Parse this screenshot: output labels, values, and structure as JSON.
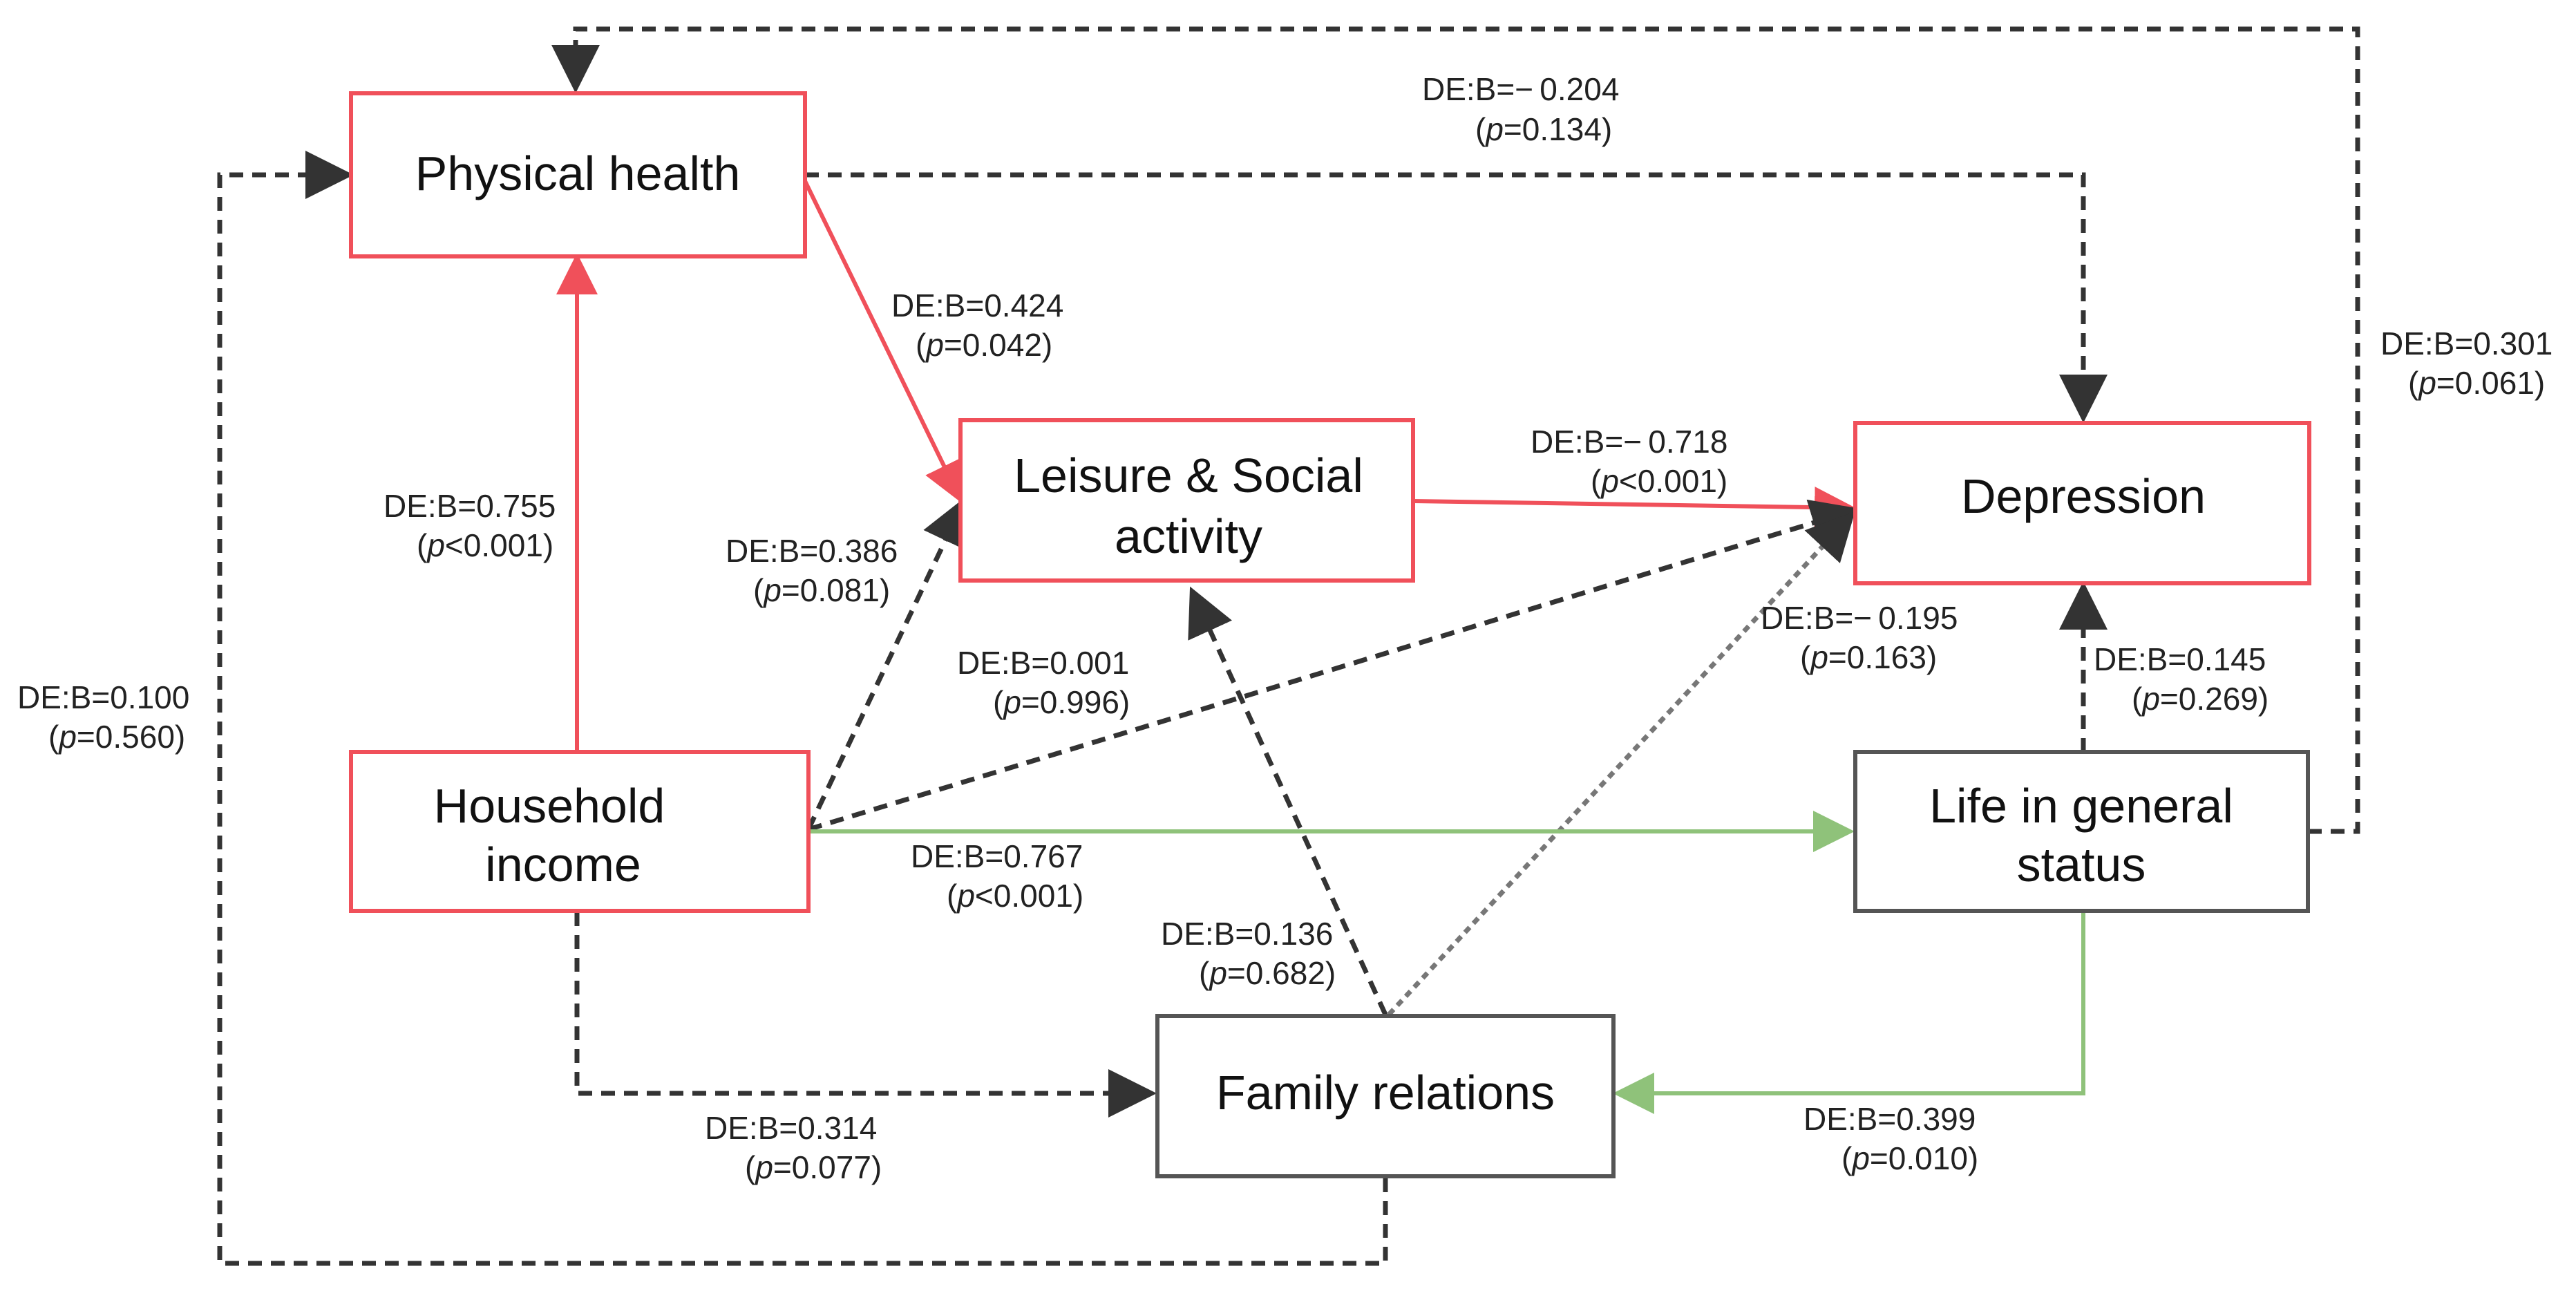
{
  "colors": {
    "significant": "#f0505a",
    "not_significant": "#444444",
    "green_path": "#8fc27a",
    "gray_node_border": "#555555"
  },
  "nodes": {
    "physical_health": {
      "label": "Physical health"
    },
    "leisure_social": {
      "line1": "Leisure & Social",
      "line2": "activity"
    },
    "depression": {
      "label": "Depression"
    },
    "household_income": {
      "line1": "Household",
      "line2": "income"
    },
    "life_general": {
      "line1": "Life in general",
      "line2": "status"
    },
    "family_relations": {
      "label": "Family relations"
    }
  },
  "edges": {
    "ph_dep": {
      "b": "DE:B=− 0.204",
      "p_sym": "p",
      "p_rest": "=0.134"
    },
    "ph_leisure": {
      "b": "DE:B=0.424",
      "p_sym": "p",
      "p_rest": "=0.042"
    },
    "life_ph": {
      "b": "DE:B=0.301",
      "p_sym": "p",
      "p_rest": "=0.061"
    },
    "inc_ph": {
      "b": "DE:B=0.755",
      "p_sym": "p",
      "p_rest": "<0.001"
    },
    "leisure_dep": {
      "b": "DE:B=− 0.718",
      "p_sym": "p",
      "p_rest": "<0.001"
    },
    "inc_leisure": {
      "b": "DE:B=0.386",
      "p_sym": "p",
      "p_rest": "=0.081"
    },
    "inc_dep": {
      "b": "DE:B=0.001",
      "p_sym": "p",
      "p_rest": "=0.996"
    },
    "fam_dep": {
      "b": "DE:B=− 0.195",
      "p_sym": "p",
      "p_rest": "=0.163"
    },
    "life_dep": {
      "b": "DE:B=0.145",
      "p_sym": "p",
      "p_rest": "=0.269"
    },
    "fam_ph": {
      "b": "DE:B=0.100",
      "p_sym": "p",
      "p_rest": "=0.560"
    },
    "inc_life": {
      "b": "DE:B=0.767",
      "p_sym": "p",
      "p_rest": "<0.001"
    },
    "fam_leisure": {
      "b": "DE:B=0.136",
      "p_sym": "p",
      "p_rest": "=0.682"
    },
    "inc_fam": {
      "b": "DE:B=0.314",
      "p_sym": "p",
      "p_rest": "=0.077"
    },
    "life_fam": {
      "b": "DE:B=0.399",
      "p_sym": "p",
      "p_rest": "=0.010"
    }
  }
}
